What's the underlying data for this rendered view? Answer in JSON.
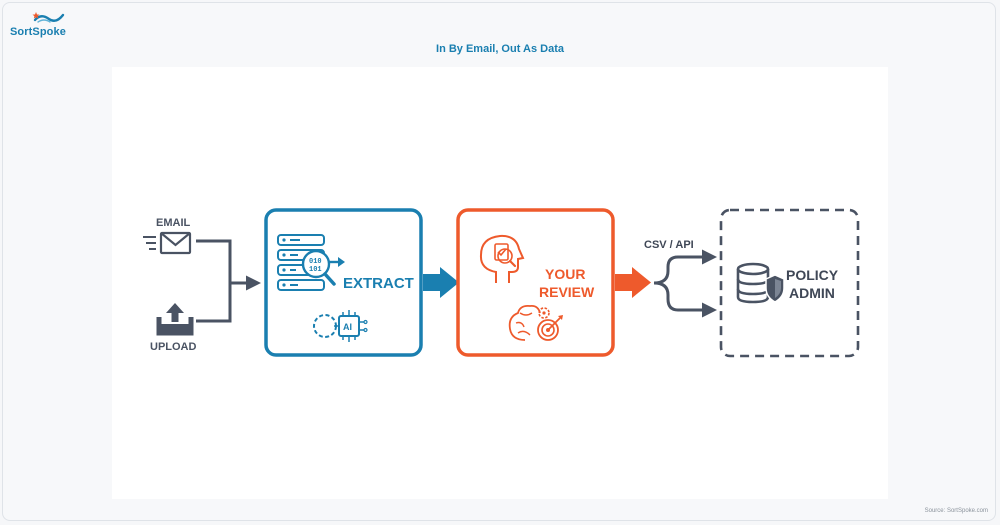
{
  "brand": {
    "name": "SortSpoke"
  },
  "title": "In By Email, Out As Data",
  "footer": {
    "source": "Source: SortSpoke.com"
  },
  "colors": {
    "extract": "#1a7fb0",
    "review": "#ee5a2c",
    "connector": "#4a5363",
    "policy_border": "#4a5363"
  },
  "diagram": {
    "inputs": [
      {
        "label": "EMAIL",
        "icon": "envelope-icon"
      },
      {
        "label": "UPLOAD",
        "icon": "upload-tray-icon"
      }
    ],
    "stages": [
      {
        "label_lines": [
          "EXTRACT"
        ],
        "icons": [
          "server-data-magnifier-icon",
          "ai-chip-icon"
        ]
      },
      {
        "label_lines": [
          "YOUR",
          "REVIEW"
        ],
        "icons": [
          "head-document-check-icon",
          "brain-target-icon"
        ]
      }
    ],
    "output_label": "CSV / API",
    "destination": {
      "label_lines": [
        "POLICY",
        "ADMIN"
      ],
      "icon": "database-shield-icon"
    }
  }
}
